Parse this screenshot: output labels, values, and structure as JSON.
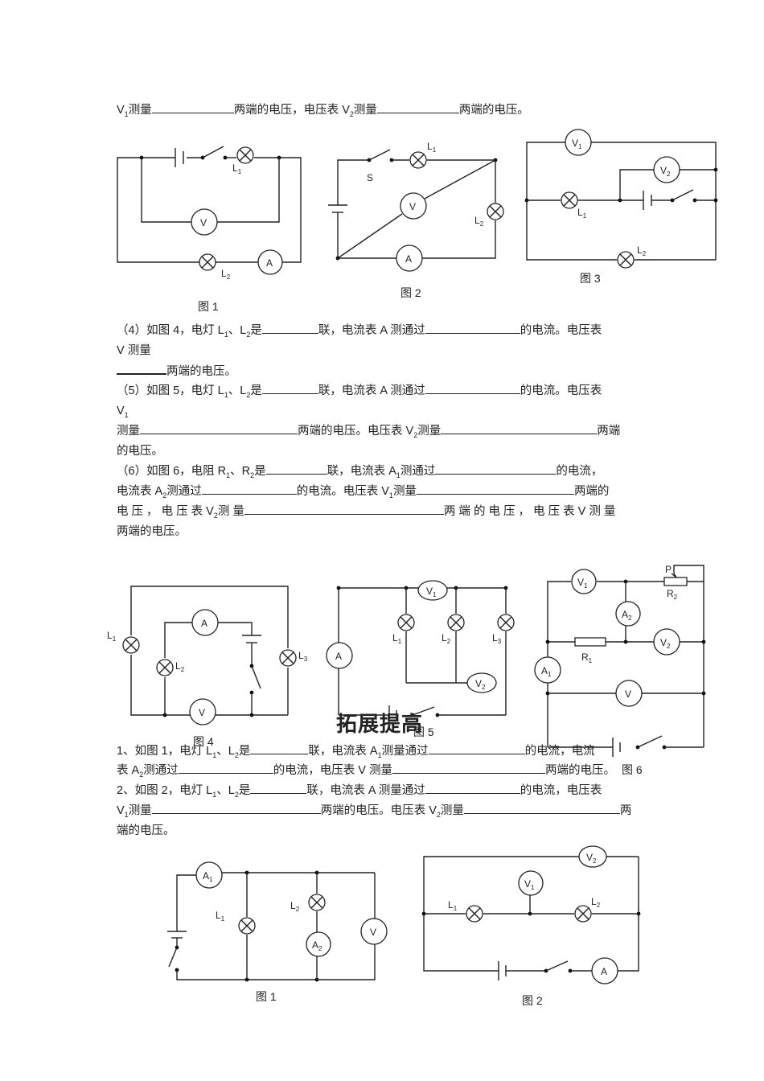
{
  "text": {
    "l0_a": "V",
    "l0_sub1": "1",
    "l0_b": "测量",
    "l0_c": "两端的电压，电压表 V",
    "l0_sub2": "2",
    "l0_d": "测量",
    "l0_e": "两端的电压。",
    "q4_a": "（4）如图 4，电灯 L",
    "q4_b": "、L",
    "q4_c": "是",
    "q4_d": "联，电流表 A 测通过",
    "q4_e": "的电流。电压表",
    "q4_f": "V 测量",
    "q4_g": "两端的电压。",
    "q5_a": "（5）如图 5，电灯 L",
    "q5_b": "、L",
    "q5_c": "是",
    "q5_d": "联，电流表 A 测通过",
    "q5_e": "的电流。电压表",
    "q5_f": "V",
    "q5_g": "测量",
    "q5_h": "两端的电压。电压表 V",
    "q5_i": "测量",
    "q5_j": "两端",
    "q5_k": "的电压。",
    "q6_a": "（6）如图 6，电阻 R",
    "q6_b": "、R",
    "q6_c": "是",
    "q6_d": "联，电流表 A",
    "q6_e": "测通过",
    "q6_f": "的电流，",
    "q6_g": "电流表 A",
    "q6_h": "测通过",
    "q6_i": "的电流。电压表 V",
    "q6_j": "测量",
    "q6_k": "两端的",
    "q6_l": "电 压 ， 电 压 表 V",
    "q6_m": "测 量",
    "q6_n": "两 端 的 电 压 ， 电 压 表 V 测 量",
    "q6_o": "两端的电压。",
    "heading": "拓展提高",
    "e1_a": "1、如图 1，电灯 L",
    "e1_b": "、L",
    "e1_c": "是",
    "e1_d": "联，电流表 A",
    "e1_e": "测量通过",
    "e1_f": "的电流，电流",
    "e1_g": "表 A",
    "e1_h": "测通过",
    "e1_i": "的电流，电压表 V 测量",
    "e1_j": "两端的电压。",
    "e2_a": "2、如图 2，电灯 L",
    "e2_b": "、L",
    "e2_c": "是",
    "e2_d": "联，电流表 A 测量通过",
    "e2_e": "的电流，电压表",
    "e2_f": "V",
    "e2_g": "测量",
    "e2_h": "两端的电压。电压表 V",
    "e2_i": "测量",
    "e2_j": "两",
    "e2_k": "端的电压。",
    "s1": "1",
    "s2": "2"
  },
  "figures": {
    "fig1_caption": "图 1",
    "fig2_caption": "图 2",
    "fig3_caption": "图 3",
    "fig4_caption": "图 4",
    "fig5_caption": "图 5",
    "fig6_caption": "图 6",
    "efig1_caption": "图 1",
    "efig2_caption": "图 2",
    "lamp_L": "L",
    "sub1": "1",
    "sub2": "2",
    "sub3": "3",
    "switch_S": "S",
    "meter_V": "V",
    "meter_A": "A",
    "rheostat_P": "P",
    "resistor_R": "R"
  }
}
